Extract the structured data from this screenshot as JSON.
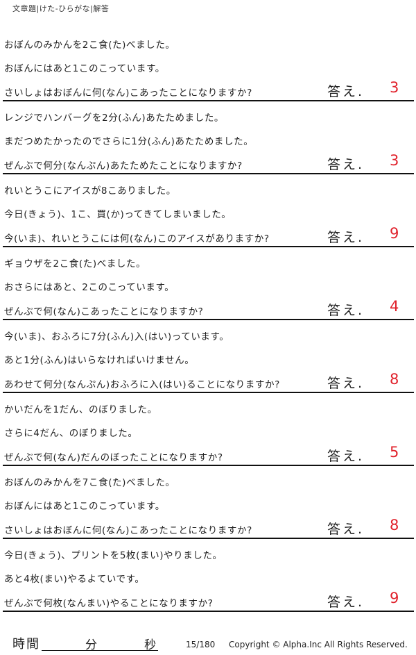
{
  "header": {
    "title": "文章題|けた-ひらがな|解答"
  },
  "answer_label": "答え.",
  "answer_color": "#e0202a",
  "problems": [
    {
      "lines": [
        "おぼんのみかんを2こ食(た)べました。",
        "おぼんにはあと1このこっています。",
        "さいしょはおぼんに何(なん)こあったことになりますか?"
      ],
      "answer": "3"
    },
    {
      "lines": [
        "レンジでハンバーグを2分(ふん)あたためました。",
        "まだつめたかったのでさらに1分(ふん)あたためました。",
        "ぜんぶで何分(なんぷん)あたためたことになりますか?"
      ],
      "answer": "3"
    },
    {
      "lines": [
        "れいとうこにアイスが8こありました。",
        "今日(きょう)、1こ、買(か)ってきてしまいました。",
        "今(いま)、れいとうこには何(なん)このアイスがありますか?"
      ],
      "answer": "9"
    },
    {
      "lines": [
        "ギョウザを2こ食(た)べました。",
        "おさらにはあと、2このこっています。",
        "ぜんぶで何(なん)こあったことになりますか?"
      ],
      "answer": "4"
    },
    {
      "lines": [
        "今(いま)、おふろに7分(ふん)入(はい)っています。",
        "あと1分(ふん)はいらなければいけません。",
        "あわせて何分(なんぷん)おふろに入(はい)ることになりますか?"
      ],
      "answer": "8"
    },
    {
      "lines": [
        "かいだんを1だん、のぼりました。",
        "さらに4だん、のぼりました。",
        "ぜんぶで何(なん)だんのぼったことになりますか?"
      ],
      "answer": "5"
    },
    {
      "lines": [
        "おぼんのみかんを7こ食(た)べました。",
        "おぼんにはあと1このこっています。",
        "さいしょはおぼんに何(なん)こあったことになりますか?"
      ],
      "answer": "8"
    },
    {
      "lines": [
        "今日(きょう)、プリントを5枚(まい)やりました。",
        "あと4枚(まい)やるよていです。",
        "ぜんぶで何枚(なんまい)やることになりますか?"
      ],
      "answer": "9"
    }
  ],
  "footer": {
    "time_label": "時間",
    "minutes_label": "分",
    "seconds_label": "秒",
    "page": "15/180",
    "copyright": "Copyright © Alpha.Inc All Rights Reserved."
  }
}
